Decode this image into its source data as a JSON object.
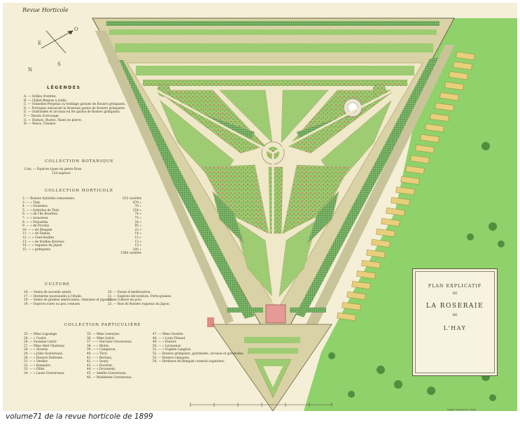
{
  "header": {
    "journal": "Revue Horticole"
  },
  "compass": {
    "labels": [
      "E",
      "N",
      "O",
      "S"
    ]
  },
  "legend": {
    "title": "LÉGENDES",
    "items": [
      "A. — Grilles d'entrée.",
      "B. — Châlet-Remise à outils.",
      "C. — Tonnelles-Pergolas ou treillage garnies de Rosiers grimpants.",
      "D. — Portiques entourant la Roseraie garnis de Rosiers grimpants.",
      "E. — Guirlandes et arceaux en fer garnis de Rosiers grimpants.",
      "F. — Bassin d'arrosage.",
      "G. — Statues, Bustes, Vases en pierre.",
      "H. — Bancs, Chaises."
    ]
  },
  "collection_botanique": {
    "title": "COLLECTION BOTANIQUE",
    "line1": "1 bis. — Espèces types du genre Rosa",
    "line2": "120 espèces"
  },
  "collection_horticole": {
    "title": "COLLECTION HORTICOLE",
    "rows": [
      {
        "label": "2. — Rosiers hybrides remontants",
        "count": "535 variétés"
      },
      {
        "label": "3. — » Thés",
        "count": "479 »"
      },
      {
        "label": "4. — » Noisettes",
        "count": "70 »"
      },
      {
        "label": "5. — » hybrides de Thés",
        "count": "154 »"
      },
      {
        "label": "6. — » de l'Ile Bourbon",
        "count": "74 »"
      },
      {
        "label": "7. — » mousseux",
        "count": "75 »"
      },
      {
        "label": "8. — » Polyantha",
        "count": "24 »"
      },
      {
        "label": "9. — » de Provins",
        "count": "95 »"
      },
      {
        "label": "10. — » du Bengale",
        "count": "22 »"
      },
      {
        "label": "11. — » de Damas",
        "count": "14 »"
      },
      {
        "label": "12. — » Cent-feuilles",
        "count": "15 »"
      },
      {
        "label": "13. — » de feuilles diverses",
        "count": "13 »"
      },
      {
        "label": "14. — » rugueux du Japon",
        "count": "13 »"
      },
      {
        "label": "15. — » grimpants",
        "count": "100 »"
      }
    ],
    "total": "1580 variétés"
  },
  "culture": {
    "title": "CULTURE",
    "left": [
      "16. — Semis de seconde année.",
      "17. — Dernières nouveautés à l'étude.",
      "18. — Semis de graines américaines, chinoises et japonaises.",
      "19. — Espèces rares ou peu connues."
    ],
    "right": [
      "20. — Essais d'amélioration.",
      "21. — Espèces décoratives. Porte-graines.",
      "22. — Culture en pots.",
      "23. — Bois de Rosiers rugueux du Japon."
    ]
  },
  "collection_particuliere": {
    "title": "COLLECTION PARTICULIÈRE",
    "col1": [
      "25. — Mme Lagrange.",
      "26. — » Caslot.",
      "26. — Suzanne Leloir.",
      "27. — Mme Abel Chatenay.",
      "28. — » Alvarez.",
      "29. — » Jules Gravereaux.",
      "30. — » Honoré Defresne.",
      "31. — » Verdier.",
      "32. — » Bonnaire.",
      "33. — » Pillet.",
      "34. — » Laure Gravereaux."
    ],
    "col2": [
      "35. — Mme Lemoyne.",
      "36. — Mme Leloir.",
      "37. — » Narcisse Gravereaux.",
      "38. — » Morin.",
      "39. — » Camperon.",
      "40. — » Tirot.",
      "41. — » Bertaux.",
      "42. — » Saury.",
      "43. — » Duvivier.",
      "44. — » Droussent.",
      "45. — Amélie Gravereaux.",
      "46. — Madeleine Gravereaux."
    ],
    "col3": [
      "47. — Mme Ouvière.",
      "48. — » Louis Pinaud.",
      "49. — » Dubost.",
      "50. — » Levasseur.",
      "51. — » Eugène Langlois.",
      "52. — Rosiers grimpants, guirlandes, arceaux et pyramides.",
      "53. — Rosiers rampants.",
      "54. — Bordures de Bengale cramoisi supérieur."
    ]
  },
  "cartouche": {
    "line1": "PLAN EXPLICATIF",
    "line2": "DE",
    "line3": "LA ROSERAIE",
    "line4": "DE",
    "line5": "L'HAY"
  },
  "printer": "Impie Lemercier. Paris",
  "caption": "volume71 de la revue horticole de 1899",
  "colors": {
    "paper": "#f4efd6",
    "lawn": "#8fd16b",
    "bed_green": "#9bc86f",
    "dark_green": "#3f7a3a",
    "path": "#f1ead0",
    "rose": "#d7706a",
    "accent_red": "#e08a84"
  }
}
